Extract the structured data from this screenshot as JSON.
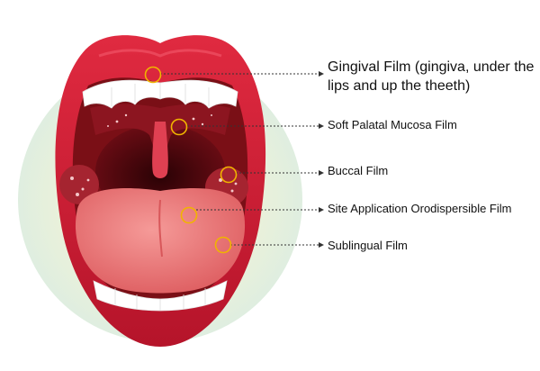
{
  "diagram": {
    "labels": {
      "gingival": "Gingival Film (gingiva, under the lips and up the theeth)",
      "palatal": "Soft Palatal Mucosa Film",
      "buccal": "Buccal Film",
      "orodispersible": "Site Application Orodispersible Film",
      "sublingual": "Sublingual Film"
    },
    "colors": {
      "lips": "#d11f35",
      "lips_dark": "#a30f22",
      "mouth_inside": "#7a0f16",
      "throat": "#3a0408",
      "tongue": "#ee7a78",
      "teeth": "#ffffff",
      "marker": "#f0b400",
      "leader": "#333333",
      "background_glow": "#e8f0d8"
    }
  }
}
